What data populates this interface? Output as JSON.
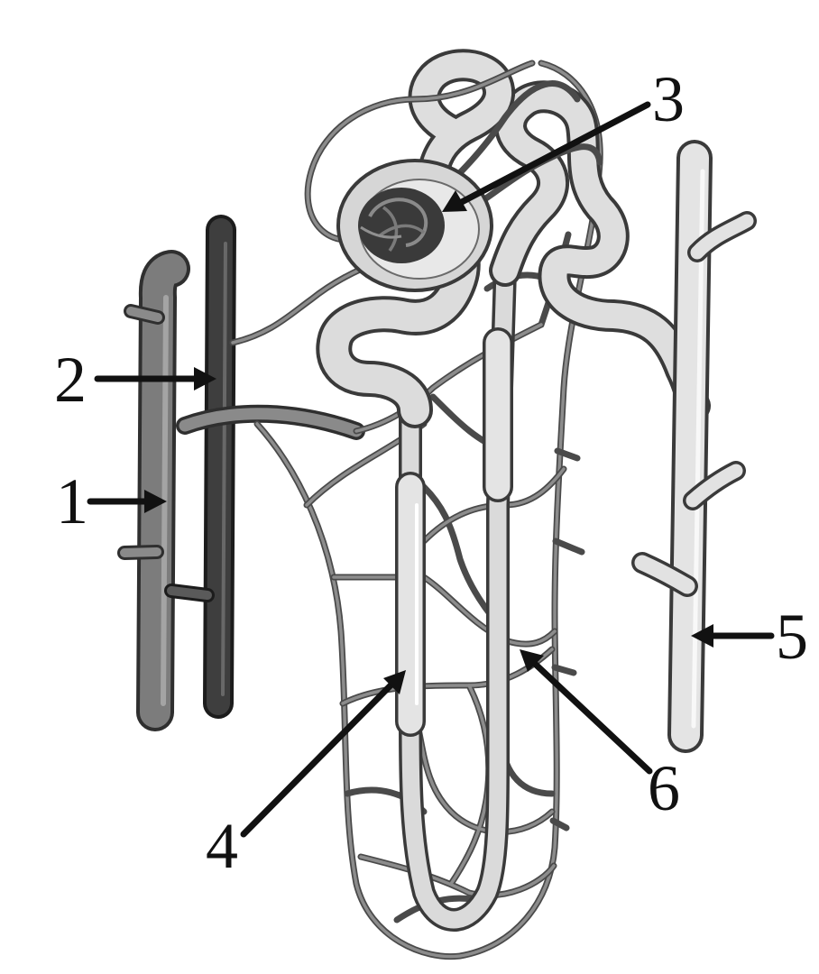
{
  "labels": {
    "one": "1",
    "two": "2",
    "three": "3",
    "four": "4",
    "five": "5",
    "six": "6"
  },
  "colors": {
    "background": "#ffffff",
    "renal_vein": "#7a7a7a",
    "renal_artery": "#3b3b3b",
    "capillary": "#5a5a5a",
    "tubule": "#dcdcdc",
    "collecting_duct": "#e6e6e6",
    "arrow": "#111111"
  }
}
